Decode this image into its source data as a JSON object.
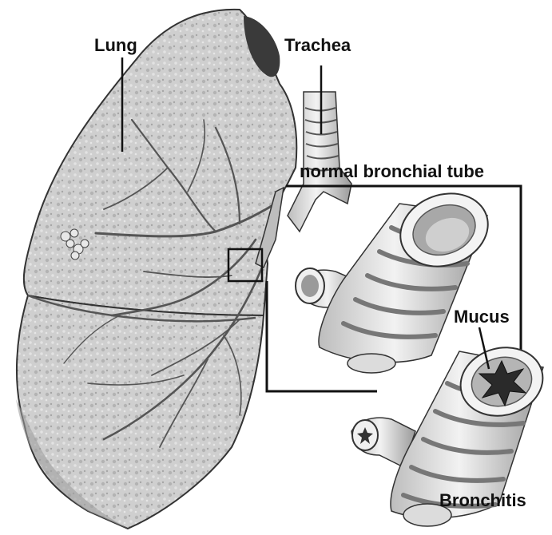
{
  "labels": {
    "lung": "Lung",
    "trachea": "Trachea",
    "normal_tube": "normal bronchial tube",
    "mucus": "Mucus",
    "bronchitis": "Bronchitis"
  },
  "colors": {
    "background": "#ffffff",
    "lung_light": "#d4d4d4",
    "lung_dark": "#8c8c8c",
    "tube_light": "#e6e6e6",
    "tube_band": "#7a7a7a",
    "outline": "#1a1a1a"
  }
}
